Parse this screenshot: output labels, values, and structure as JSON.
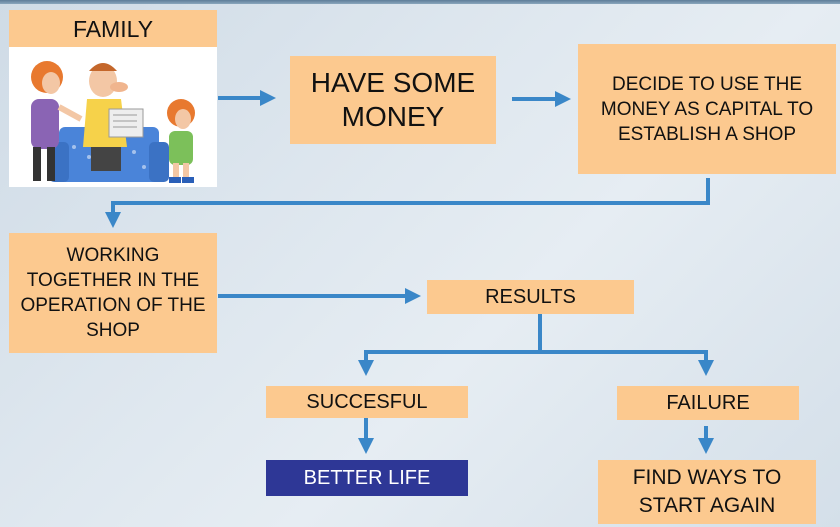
{
  "nodes": {
    "family": "FAMILY",
    "have_money": "HAVE SOME MONEY",
    "decide": "DECIDE TO USE THE MONEY AS CAPITAL TO ESTABLISH A SHOP",
    "working": "WORKING TOGETHER IN THE OPERATION OF THE SHOP",
    "results": "RESULTS",
    "successful": "SUCCESFUL",
    "failure": "FAILURE",
    "better_life": "BETTER LIFE",
    "find_ways": "FIND WAYS TO START AGAIN"
  },
  "colors": {
    "box": "#fcc98f",
    "arrow": "#3a87c8",
    "better_life_bg": "#2e3796",
    "better_life_text": "#ffffff"
  },
  "icons": [
    "family-cartoon-illustration"
  ]
}
